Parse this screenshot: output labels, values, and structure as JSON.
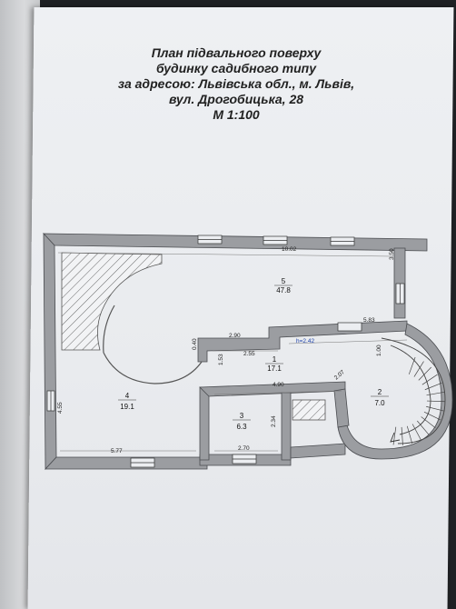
{
  "title_lines": [
    "План підвального поверху",
    "будинку садибного типу",
    "за адресою: Львівська обл., м. Львів,",
    "вул. Дрогобицька, 28",
    "М 1:100"
  ],
  "rooms": [
    {
      "number": "5",
      "area": "47.8"
    },
    {
      "number": "1",
      "area": "17.1"
    },
    {
      "number": "4",
      "area": "19.1"
    },
    {
      "number": "3",
      "area": "6.3"
    },
    {
      "number": "2",
      "area": "7.0"
    }
  ],
  "dimensions": {
    "top_width": "10.02",
    "right_short": "3.50",
    "upper_right": "5.83",
    "corridor_top": "2.90",
    "corridor_left": "0.40",
    "corridor_mid": "2.55",
    "corridor_small": "1.53",
    "stair_step": "1.00",
    "hall_width": "4.90",
    "stair_width": "2.07",
    "left_height": "4.55",
    "bottom_left": "5.77",
    "room3_height": "2.34",
    "room3_width": "2.70"
  },
  "height_label": "h=2.42",
  "colors": {
    "wall": "#9b9da1",
    "wall_edge": "#4a4c50",
    "paper": "#eceef1"
  }
}
